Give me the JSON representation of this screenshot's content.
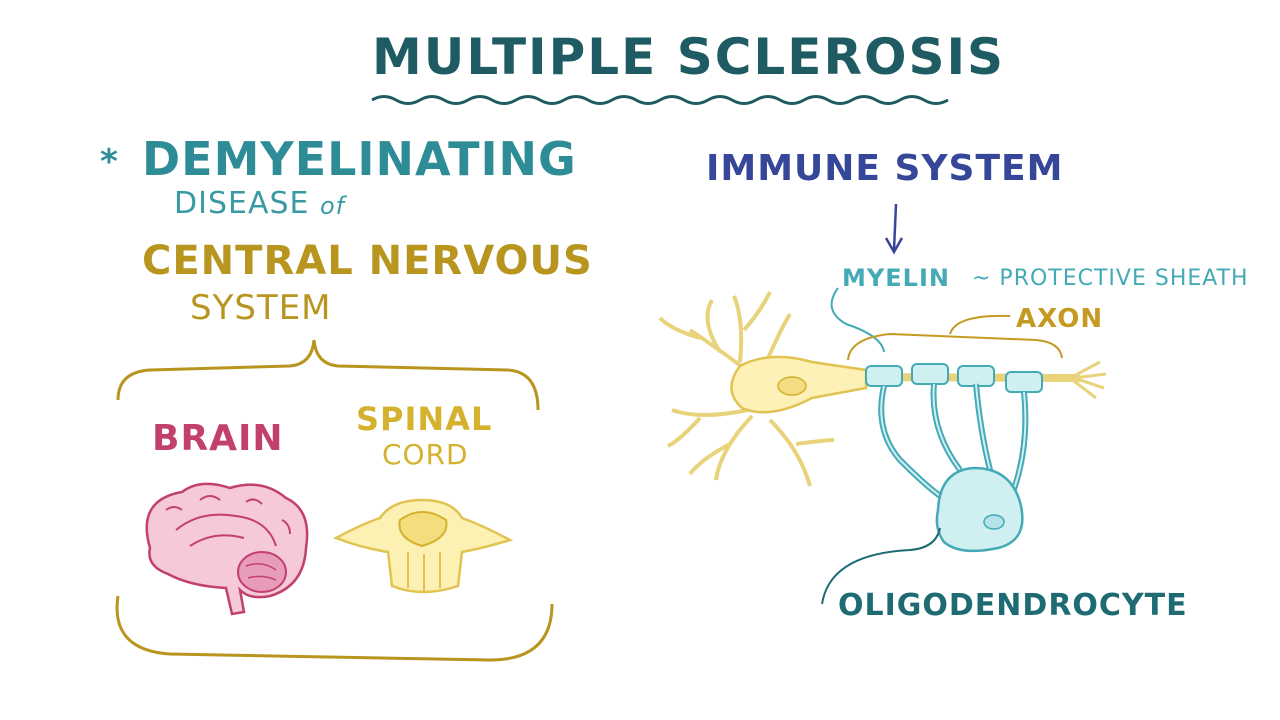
{
  "title": "MULTIPLE SCLEROSIS",
  "left": {
    "bullet": "*",
    "line1": "DEMYELINATING",
    "line2": "DISEASE",
    "of": "of",
    "line3": "CENTRAL NERVOUS",
    "line4": "SYSTEM",
    "brain_label": "BRAIN",
    "spinal_label_1": "SPINAL",
    "spinal_label_2": "CORD"
  },
  "right": {
    "immune": "IMMUNE SYSTEM",
    "myelin": "MYELIN",
    "sheath": "~ PROTECTIVE SHEATH",
    "axon": "AXON",
    "oligo": "OLIGODENDROCYTE"
  },
  "colors": {
    "title": "#1e5b62",
    "teal": "#2e8c96",
    "mustard": "#b8951f",
    "brain": "#c2416b",
    "immune": "#36479a",
    "neuron": "#f1df86"
  }
}
